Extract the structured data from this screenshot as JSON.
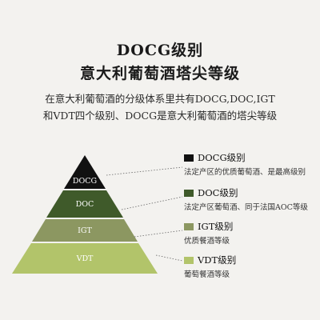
{
  "header": {
    "title_line1": "DOCG级别",
    "title_line2": "意大利葡萄酒塔尖等级"
  },
  "intro": {
    "line1": "在意大利葡萄酒的分级体系里共有DOCG,DOC,IGT",
    "line2": "和VDT四个级别、DOCG是意大利葡萄酒的塔尖等级"
  },
  "pyramid": {
    "tiers": [
      {
        "label": "DOCG",
        "color": "#111111"
      },
      {
        "label": "DOC",
        "color": "#3f5a2a"
      },
      {
        "label": "IGT",
        "color": "#8c9761"
      },
      {
        "label": "VDT",
        "color": "#b2c46a"
      }
    ]
  },
  "legend": [
    {
      "title": "DOCG级别",
      "desc": "法定产区的优质葡萄酒、是最高级别",
      "color": "#111111"
    },
    {
      "title": "DOC级别",
      "desc": "法定产区葡萄酒、同于法国AOC等级",
      "color": "#3f5a2a"
    },
    {
      "title": "IGT级别",
      "desc": "优质餐酒等级",
      "color": "#8c9761"
    },
    {
      "title": "VDT级别",
      "desc": "葡萄餐酒等级",
      "color": "#b2c46a"
    }
  ]
}
